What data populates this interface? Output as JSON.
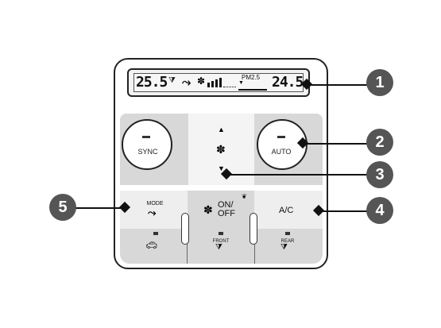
{
  "display": {
    "left_temp": "25.5",
    "right_temp": "24.5",
    "pm_label": "PM2.5"
  },
  "buttons": {
    "sync": "SYNC",
    "auto": "AUTO",
    "mode": "MODE",
    "on_off": "ON/\nOFF",
    "ac": "A/C",
    "front": "FRONT",
    "rear": "REAR"
  },
  "callouts": [
    "1",
    "2",
    "3",
    "4",
    "5"
  ]
}
